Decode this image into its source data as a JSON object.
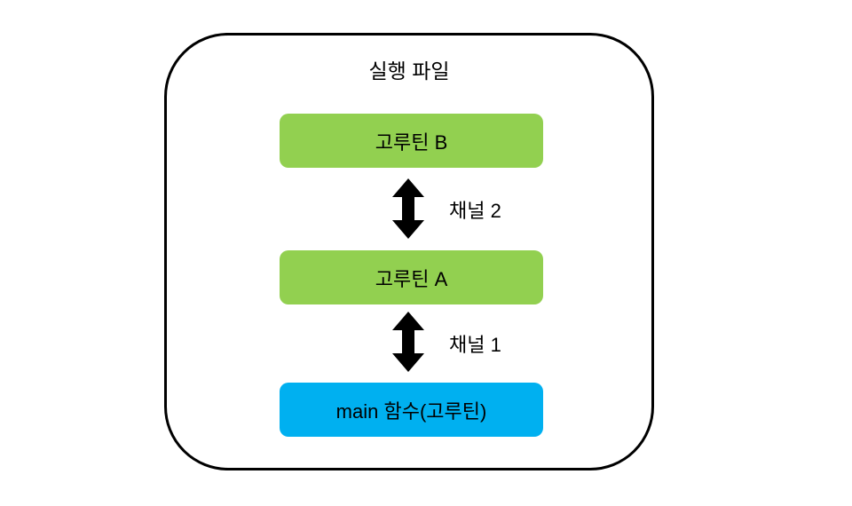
{
  "diagram": {
    "title": "실행 파일",
    "nodes": [
      {
        "id": "goroutine-b",
        "label": "고루틴 B",
        "fill": "#92D050"
      },
      {
        "id": "goroutine-a",
        "label": "고루틴 A",
        "fill": "#92D050"
      },
      {
        "id": "main-function",
        "label": "main 함수(고루틴)",
        "fill": "#00B0F0"
      }
    ],
    "channels": [
      {
        "id": "channel-2",
        "label": "채널 2",
        "connects": [
          "고루틴 B",
          "고루틴 A"
        ],
        "arrow": "double-headed-vertical"
      },
      {
        "id": "channel-1",
        "label": "채널 1",
        "connects": [
          "고루틴 A",
          "main 함수(고루틴)"
        ],
        "arrow": "double-headed-vertical"
      }
    ],
    "colors": {
      "node_green": "#92D050",
      "node_blue": "#00B0F0",
      "outline": "#000000",
      "arrow": "#000000",
      "background": "#FFFFFF"
    }
  }
}
